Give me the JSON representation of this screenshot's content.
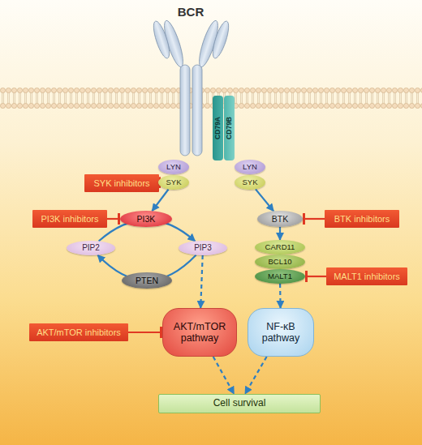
{
  "diagram": {
    "nodes": [
      {
        "text": [
          "CD79A"
        ]
      },
      {
        "text": [
          "CD79B"
        ]
      },
      {
        "text": [
          "SYK inhibitors"
        ]
      },
      {
        "text": [
          "LYN"
        ]
      },
      {
        "text": [
          "SYK"
        ]
      },
      {
        "text": [
          "LYN"
        ]
      },
      {
        "text": [
          "SYK"
        ]
      },
      {
        "text": [
          "PI3K inhibitors"
        ]
      },
      {
        "text": [
          "PI3K"
        ]
      },
      {
        "text": [
          "BTK"
        ]
      },
      {
        "text": [
          "BTK inhibitors"
        ]
      },
      {
        "text": [
          "PIP2"
        ]
      },
      {
        "text": [
          "PIP3"
        ]
      },
      {
        "text": [
          "CARD11"
        ]
      },
      {
        "text": [
          "BCL10"
        ]
      },
      {
        "text": [
          "MALT1"
        ]
      },
      {
        "text": [
          "MALT1 inhibitors"
        ]
      },
      {
        "text": [
          "PTEN"
        ]
      },
      {
        "text": [
          "AKT/mTOR inhibitors"
        ]
      },
      {
        "text": [
          "AKT/mTOR pathway"
        ]
      },
      {
        "text": [
          "NF-κB pathway"
        ]
      },
      {
        "text": [
          "Cell survival"
        ]
      }
    ],
    "edges": [
      {
        "from": 2,
        "to": 4,
        "arrow": "to"
      },
      {
        "from": 4,
        "to": 8,
        "arrow": "to"
      },
      {
        "from": 6,
        "to": 9,
        "arrow": "to"
      },
      {
        "from": 7,
        "to": 8,
        "arrow": "to"
      },
      {
        "from": 10,
        "to": 9,
        "arrow": "to"
      },
      {
        "from": 11,
        "to": 12,
        "arrow": "to"
      },
      {
        "from": 12,
        "to": 11,
        "arrow": "to"
      },
      {
        "from": 9,
        "to": 13,
        "arrow": "to"
      },
      {
        "from": 16,
        "to": 15,
        "arrow": "to"
      },
      {
        "from": 12,
        "to": 19,
        "arrow": "to"
      },
      {
        "from": 18,
        "to": 19,
        "arrow": "to"
      },
      {
        "from": 15,
        "to": 20,
        "arrow": "to"
      },
      {
        "from": 19,
        "to": 21,
        "arrow": "to"
      },
      {
        "from": 20,
        "to": 21,
        "arrow": "to"
      }
    ],
    "labels": [
      "BCR"
    ]
  }
}
